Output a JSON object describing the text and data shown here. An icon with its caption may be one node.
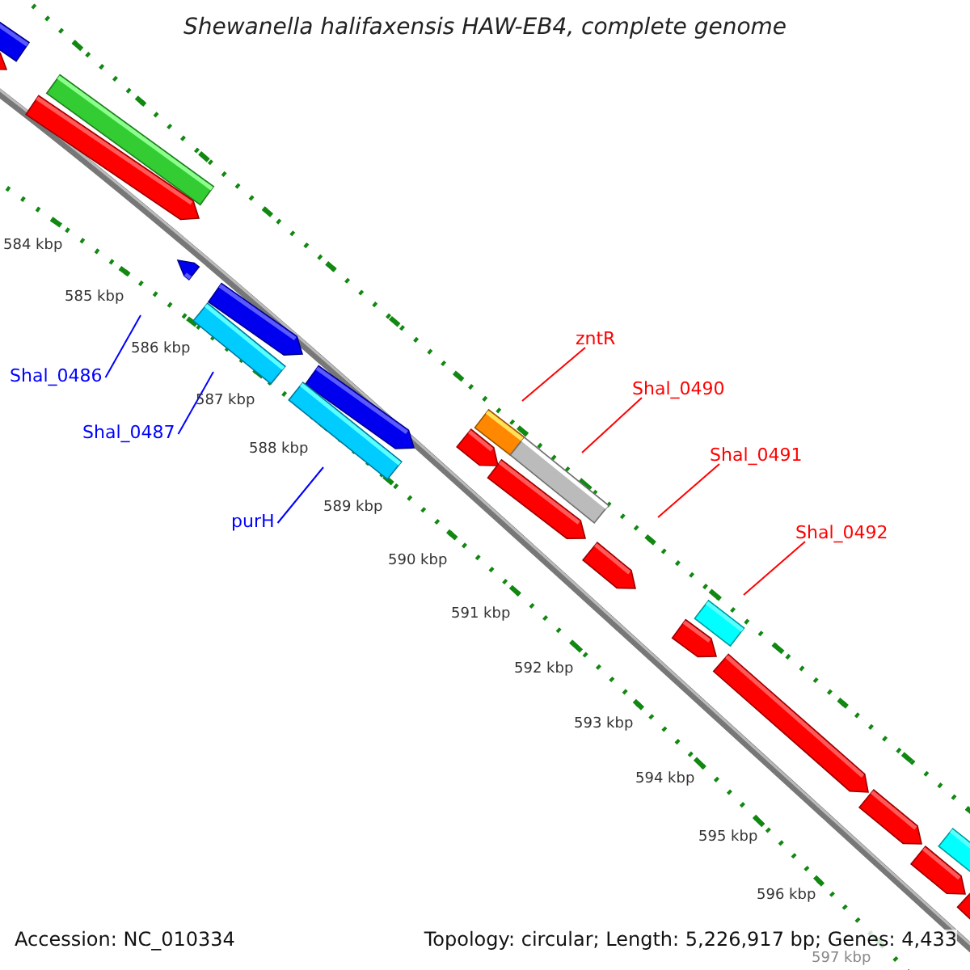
{
  "diagram": {
    "title": "Shewanella halifaxensis HAW-EB4, complete genome",
    "nodes": [
      {
        "text": [
          "Shal_0486"
        ]
      },
      {
        "text": [
          "Shal_0487"
        ]
      },
      {
        "text": [
          "purH"
        ]
      },
      {
        "text": [
          "zntR"
        ]
      },
      {
        "text": [
          "Shal_0490"
        ]
      },
      {
        "text": [
          "Shal_0491"
        ]
      },
      {
        "text": [
          "Shal_0492"
        ]
      }
    ],
    "edges": [
      {
        "from": 0,
        "to": null,
        "arrow": "none",
        "color": "#0000ff"
      },
      {
        "from": 1,
        "to": null,
        "arrow": "none",
        "color": "#0000ff"
      },
      {
        "from": 2,
        "to": null,
        "arrow": "none",
        "color": "#0000ff"
      },
      {
        "from": 3,
        "to": null,
        "arrow": "none"
      },
      {
        "from": 4,
        "to": null,
        "arrow": "none"
      },
      {
        "from": 5,
        "to": null,
        "arrow": "none"
      },
      {
        "from": 6,
        "to": null,
        "arrow": "none"
      }
    ],
    "labels": [
      "584 kbp",
      "585 kbp",
      "586 kbp",
      "587 kbp",
      "588 kbp",
      "589 kbp",
      "590 kbp",
      "591 kbp",
      "592 kbp",
      "593 kbp",
      "594 kbp",
      "595 kbp",
      "596 kbp",
      "597 kbp",
      "Accession: NC_010334",
      "Topology: circular; Length: 5,226,917 bp; Genes: 4,433"
    ]
  }
}
